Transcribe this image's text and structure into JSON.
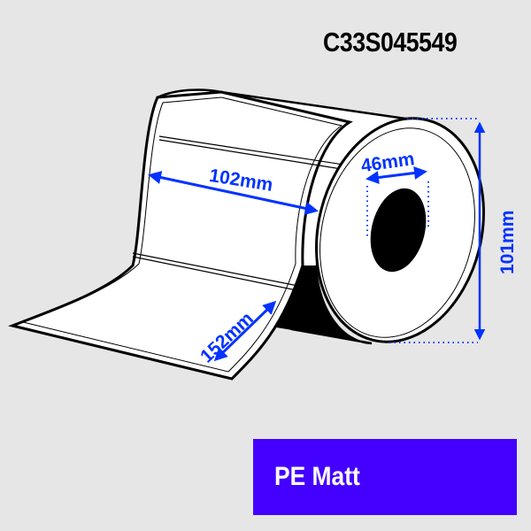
{
  "product": {
    "code": "C33S045549",
    "material_badge": "PE Matt",
    "badge_color": "#4400ff"
  },
  "dimensions": {
    "label_width": "102mm",
    "label_length": "152mm",
    "core_diameter": "46mm",
    "roll_diameter": "101mm",
    "dimension_color": "#0033ff"
  },
  "illustration": {
    "subject": "label-roll",
    "background_color": "#e6e6e6"
  }
}
